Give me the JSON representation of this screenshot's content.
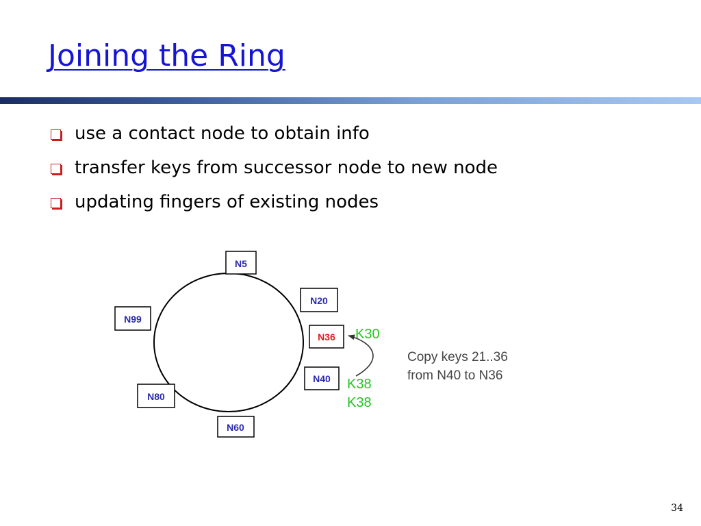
{
  "slide": {
    "title": "Joining the Ring",
    "bullets": [
      "use a contact node to obtain info",
      "transfer keys from successor node to new node",
      "updating fingers of existing nodes"
    ],
    "page_number": "34"
  },
  "diagram": {
    "nodes": {
      "n5": "N5",
      "n20": "N20",
      "n36": "N36",
      "n40": "N40",
      "n60": "N60",
      "n80": "N80",
      "n99": "N99"
    },
    "keys": {
      "k30": "K30",
      "k38_upper": "K38",
      "k38_lower": "K38"
    },
    "note": {
      "line1": "Copy keys 21..36",
      "line2": "from N40 to N36"
    },
    "colors": {
      "node_text": "#2a2ab0",
      "new_node_text": "#e01f1f",
      "key_text": "#21c521",
      "title": "#1515d6",
      "bullet_icon": "#c81e1e"
    }
  }
}
